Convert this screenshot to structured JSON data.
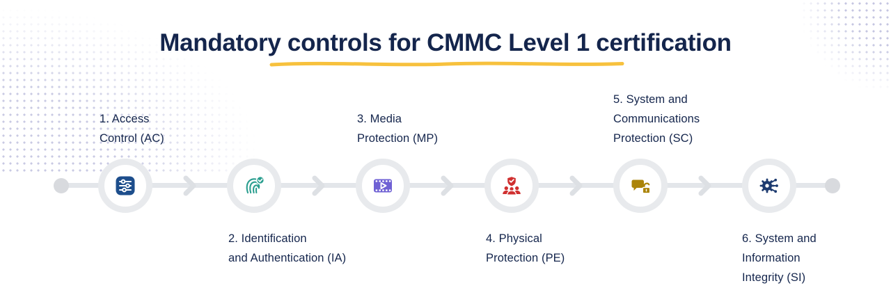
{
  "title": "Mandatory controls for CMMC Level 1 certification",
  "timeline": {
    "steps": [
      {
        "number": "1",
        "lines": [
          "1. Access",
          "Control (AC)"
        ],
        "label_position": "top",
        "icon": "sliders-icon",
        "color": "#1d4e8c"
      },
      {
        "number": "2",
        "lines": [
          "2. Identification",
          "and Authentication (IA)"
        ],
        "label_position": "bottom",
        "icon": "fingerprint-check-icon",
        "color": "#2a9e8f"
      },
      {
        "number": "3",
        "lines": [
          "3. Media",
          "Protection (MP)"
        ],
        "label_position": "top",
        "icon": "film-play-icon",
        "color": "#6f61d4"
      },
      {
        "number": "4",
        "lines": [
          "4. Physical",
          "Protection (PE)"
        ],
        "label_position": "bottom",
        "icon": "people-shield-icon",
        "color": "#d03030"
      },
      {
        "number": "5",
        "lines": [
          "5. System and",
          "Communications",
          "Protection (SC)"
        ],
        "label_position": "top",
        "icon": "chat-lock-icon",
        "color": "#ab8409"
      },
      {
        "number": "6",
        "lines": [
          "6. System and",
          "Information",
          "Integrity (SI)"
        ],
        "label_position": "bottom",
        "icon": "gear-circuit-icon",
        "color": "#1d3b70"
      }
    ]
  },
  "colors": {
    "title_text": "#14254c",
    "title_underline": "#f7c13d",
    "track": "#e3e6ea",
    "circle_ring": "#e8eaed",
    "end_dots": "#d8dade",
    "background_dots": "#b7b9da"
  }
}
